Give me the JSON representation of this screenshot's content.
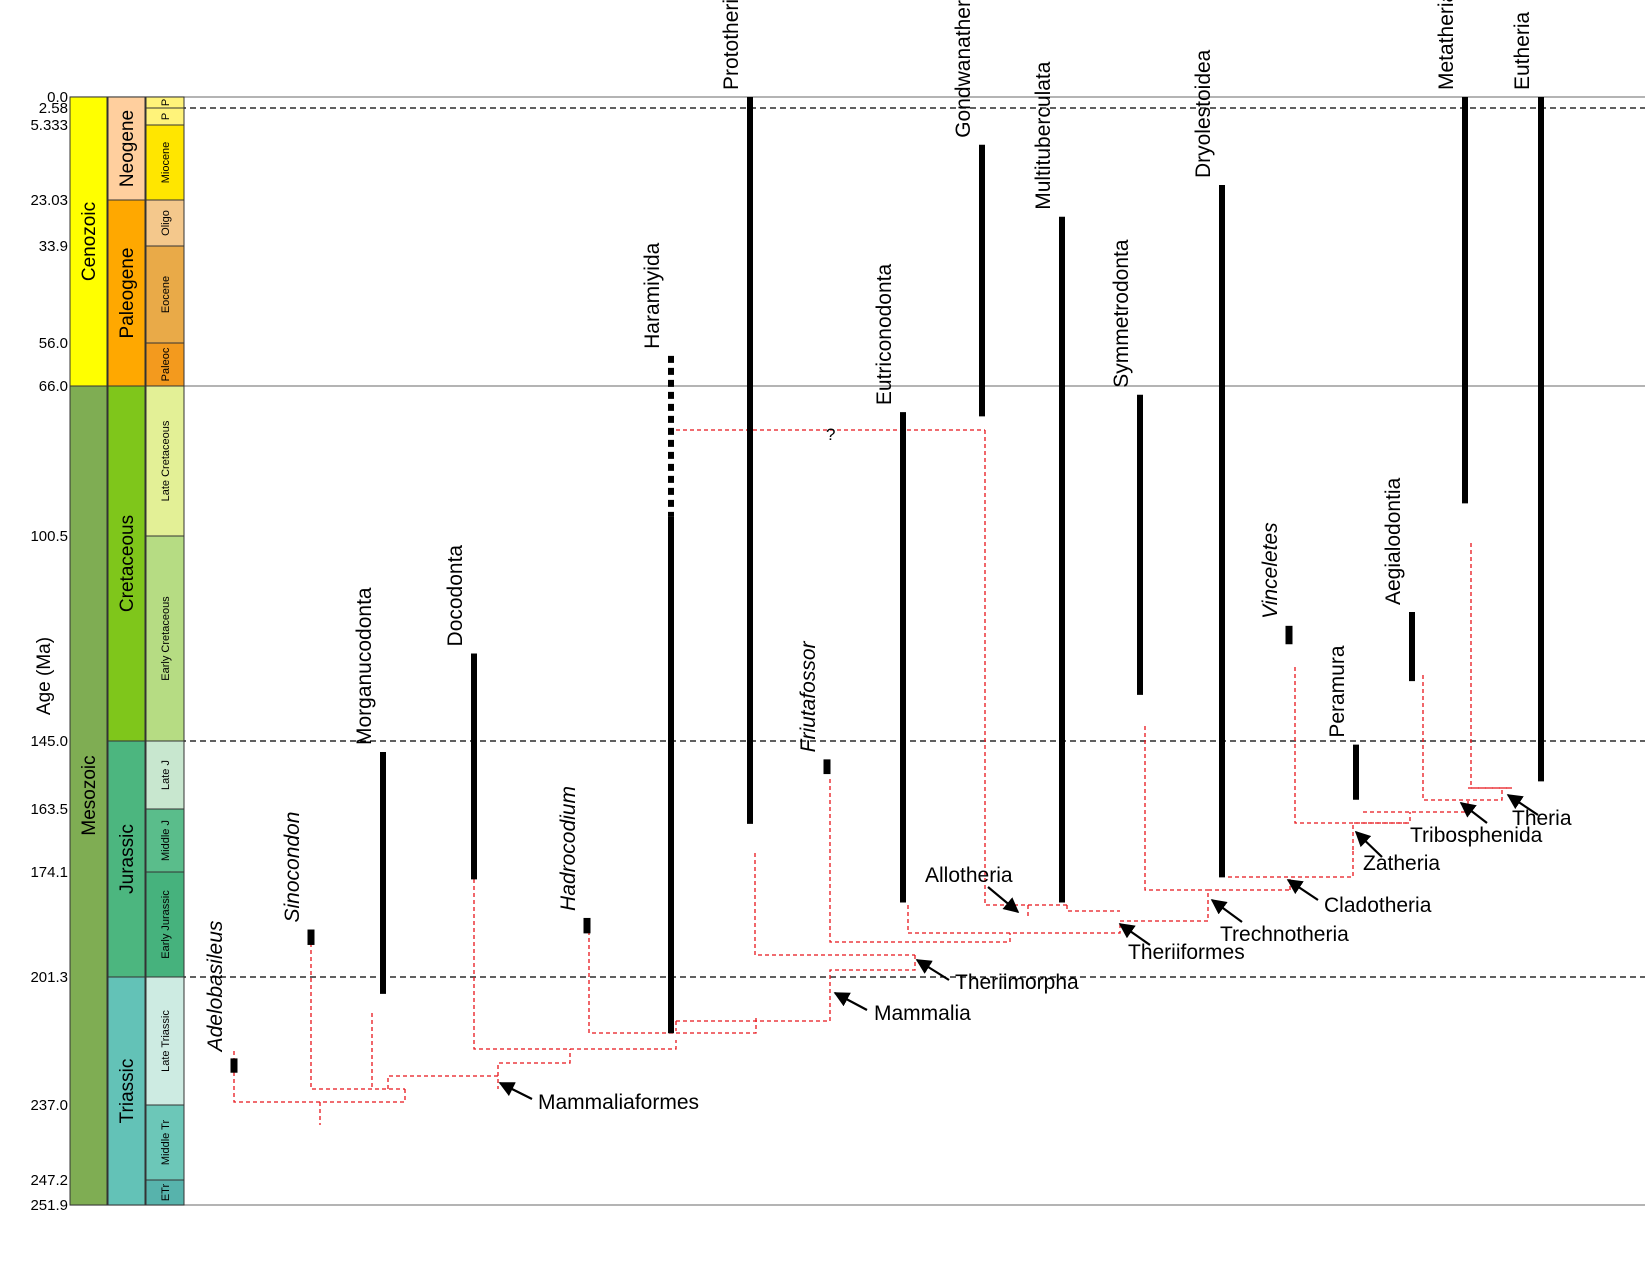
{
  "axis": {
    "ylabel": "Age (Ma)"
  },
  "age_ticks": [
    {
      "label": "0.0",
      "age": 0.0
    },
    {
      "label": "2.58",
      "age": 2.58
    },
    {
      "label": "5.333",
      "age": 5.333
    },
    {
      "label": "23.03",
      "age": 23.03
    },
    {
      "label": "33.9",
      "age": 33.9
    },
    {
      "label": "56.0",
      "age": 56.0
    },
    {
      "label": "66.0",
      "age": 66.0
    },
    {
      "label": "100.5",
      "age": 100.5
    },
    {
      "label": "145.0",
      "age": 145.0
    },
    {
      "label": "163.5",
      "age": 163.5
    },
    {
      "label": "174.1",
      "age": 174.1
    },
    {
      "label": "201.3",
      "age": 201.3
    },
    {
      "label": "237.0",
      "age": 237.0
    },
    {
      "label": "247.2",
      "age": 247.2
    },
    {
      "label": "251.9",
      "age": 251.9
    }
  ],
  "eras": [
    {
      "label": "Cenozoic",
      "start": 0,
      "end": 66.0,
      "color": "#FFFF00"
    },
    {
      "label": "Mesozoic",
      "start": 66.0,
      "end": 251.9,
      "color": "#7FAD53"
    }
  ],
  "periods": [
    {
      "label": "Neogene",
      "start": 0,
      "end": 23.03,
      "color": "#FFCF9E"
    },
    {
      "label": "Paleogene",
      "start": 23.03,
      "end": 66.0,
      "color": "#FFA800"
    },
    {
      "label": "Cretaceous",
      "start": 66.0,
      "end": 145.0,
      "color": "#7FC61B"
    },
    {
      "label": "Jurassic",
      "start": 145.0,
      "end": 201.3,
      "color": "#4CB67F"
    },
    {
      "label": "Triassic",
      "start": 201.3,
      "end": 251.9,
      "color": "#63C2B7"
    }
  ],
  "epochs": [
    {
      "label": "P",
      "start": 0,
      "end": 2.58,
      "color": "#FFF37A"
    },
    {
      "label": "P",
      "start": 2.58,
      "end": 5.333,
      "color": "#FFF37A"
    },
    {
      "label": "Miocene",
      "start": 5.333,
      "end": 23.03,
      "color": "#FFE600"
    },
    {
      "label": "Oligo",
      "start": 23.03,
      "end": 33.9,
      "color": "#F4C88C"
    },
    {
      "label": "Eocene",
      "start": 33.9,
      "end": 56.0,
      "color": "#E9AA48"
    },
    {
      "label": "Paleoc",
      "start": 56.0,
      "end": 66.0,
      "color": "#F39A1E"
    },
    {
      "label": "Late Cretaceous",
      "start": 66.0,
      "end": 100.5,
      "color": "#E3F096"
    },
    {
      "label": "Early Cretaceous",
      "start": 100.5,
      "end": 145.0,
      "color": "#B6DC83"
    },
    {
      "label": "Late J",
      "start": 145.0,
      "end": 163.5,
      "color": "#C8E7CF"
    },
    {
      "label": "Middle J",
      "start": 163.5,
      "end": 174.1,
      "color": "#5ABD8B"
    },
    {
      "label": "Early Jurassic",
      "start": 174.1,
      "end": 201.3,
      "color": "#46B27D"
    },
    {
      "label": "Late Triassic",
      "start": 201.3,
      "end": 237.0,
      "color": "#CDEBE2"
    },
    {
      "label": "Middle Tr",
      "start": 237.0,
      "end": 247.2,
      "color": "#6CC7B8"
    },
    {
      "label": "ETr",
      "start": 247.2,
      "end": 251.9,
      "color": "#57B3AC"
    }
  ],
  "boundaries": [
    {
      "age": 0.0,
      "style": "solid"
    },
    {
      "age": 2.58,
      "style": "dashed"
    },
    {
      "age": 66.0,
      "style": "solid"
    },
    {
      "age": 145.0,
      "style": "dashed"
    },
    {
      "age": 201.3,
      "style": "dashed"
    },
    {
      "age": 251.9,
      "style": "solid"
    }
  ],
  "taxa": [
    {
      "name": "Adelobasileus",
      "italic": true,
      "first": 224,
      "last": 228
    },
    {
      "name": "Sinocondon",
      "italic": true,
      "first": 189,
      "last": 193
    },
    {
      "name": "Morganucodonta",
      "italic": false,
      "first": 148,
      "last": 206
    },
    {
      "name": "Docodonta",
      "italic": false,
      "first": 126,
      "last": 176
    },
    {
      "name": "Hadrocodium",
      "italic": true,
      "first": 186,
      "last": 190
    },
    {
      "name": "Haramiyida",
      "italic": false,
      "first": 96,
      "last": 217,
      "ghost_to": 59
    },
    {
      "name": "Prototheria/Australosphenida (incl. Monotremata)",
      "italic": false,
      "first": 0,
      "last": 166
    },
    {
      "name": "Friutafossor",
      "italic": true,
      "first": 150,
      "last": 154
    },
    {
      "name": "Eutriconodonta",
      "italic": false,
      "first": 72,
      "last": 182
    },
    {
      "name": "Gondwanatheria",
      "italic": false,
      "first": 10,
      "last": 73
    },
    {
      "name": "Multituberculata",
      "italic": false,
      "first": 27,
      "last": 182
    },
    {
      "name": "Symmetrodonta",
      "italic": false,
      "first": 68,
      "last": 135
    },
    {
      "name": "Dryolestoidea",
      "italic": false,
      "first": 19.5,
      "last": 175.5
    },
    {
      "name": "Vinceletes",
      "italic": true,
      "first": 120,
      "last": 124
    },
    {
      "name": "Peramura",
      "italic": false,
      "first": 146,
      "last": 161
    },
    {
      "name": "Aegialodontia",
      "italic": false,
      "first": 117,
      "last": 132
    },
    {
      "name": "Metatheria",
      "italic": false,
      "first": 0,
      "last": 93
    },
    {
      "name": "Eutheria",
      "italic": false,
      "first": 0,
      "last": 156
    }
  ],
  "clades": [
    {
      "label": "Mammaliaformes"
    },
    {
      "label": "Mammalia"
    },
    {
      "label": "Theriimorpha"
    },
    {
      "label": "Allotheria"
    },
    {
      "label": "Theriiformes"
    },
    {
      "label": "Trechnotheria"
    },
    {
      "label": "Cladotheria"
    },
    {
      "label": "Zatheria"
    },
    {
      "label": "Tribosphenida"
    },
    {
      "label": "Theria"
    }
  ],
  "uncertainty_mark": "?",
  "colors": {
    "taxon_bar": "#000000",
    "tree_line": "#E8151B",
    "grid": "#888888"
  }
}
